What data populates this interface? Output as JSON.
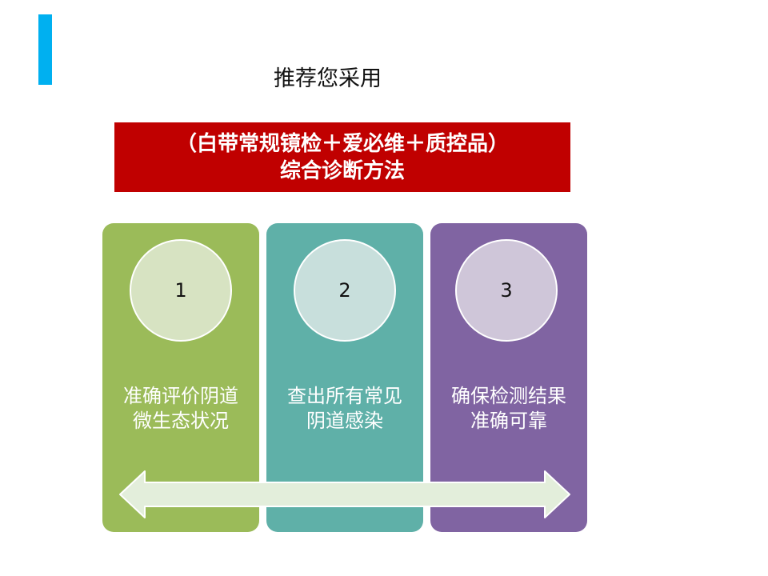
{
  "slide": {
    "title": "推荐您采用",
    "banner": {
      "line1": "（白带常规镜检＋爱必维＋质控品）",
      "line2": "综合诊断方法"
    },
    "steps": [
      {
        "number": "1",
        "line1": "准确评价阴道",
        "line2": "微生态状况"
      },
      {
        "number": "2",
        "line1": "查出所有常见",
        "line2": "阴道感染"
      },
      {
        "number": "3",
        "line1": "确保检测结果",
        "line2": "准确可靠"
      }
    ]
  },
  "colors": {
    "accent": "#00b0f0",
    "banner": "#c00000",
    "step1": "#9bbb59",
    "step2": "#5fb0a8",
    "step3": "#8064a2",
    "arrow": "#e3eedb"
  },
  "icons": {
    "connector": "double-arrow"
  }
}
